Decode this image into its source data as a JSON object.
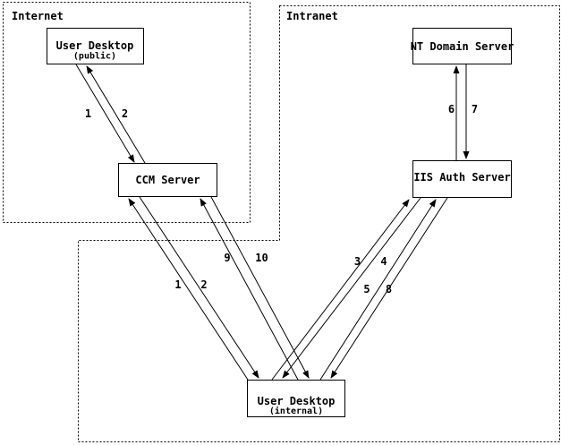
{
  "diagram": {
    "colors": {
      "ink": "#000000",
      "background": "#ffffff"
    },
    "zones": [
      {
        "id": "internet",
        "label": "Internet"
      },
      {
        "id": "intranet",
        "label": "Intranet"
      }
    ],
    "nodes": [
      {
        "id": "user-desktop-public",
        "title": "User Desktop",
        "subtitle": "(public)"
      },
      {
        "id": "nt-domain-server",
        "title": "NT Domain Server",
        "subtitle": ""
      },
      {
        "id": "ccm-server",
        "title": "CCM Server",
        "subtitle": ""
      },
      {
        "id": "iis-auth-server",
        "title": "IIS Auth Server",
        "subtitle": ""
      },
      {
        "id": "user-desktop-internal",
        "title": "User Desktop",
        "subtitle": "(internal)"
      }
    ],
    "flow_labels": [
      {
        "text": "1"
      },
      {
        "text": "2"
      },
      {
        "text": "6"
      },
      {
        "text": "7"
      },
      {
        "text": "9"
      },
      {
        "text": "10"
      },
      {
        "text": "1"
      },
      {
        "text": "2"
      },
      {
        "text": "3"
      },
      {
        "text": "4"
      },
      {
        "text": "5"
      },
      {
        "text": "8"
      }
    ],
    "edges": [
      {
        "label": "1",
        "from": "user-desktop-public",
        "to": "ccm-server"
      },
      {
        "label": "2",
        "from": "ccm-server",
        "to": "user-desktop-public"
      },
      {
        "label": "6",
        "from": "iis-auth-server",
        "to": "nt-domain-server"
      },
      {
        "label": "7",
        "from": "nt-domain-server",
        "to": "iis-auth-server"
      },
      {
        "label": "9",
        "from": "user-desktop-internal",
        "to": "ccm-server"
      },
      {
        "label": "10",
        "from": "ccm-server",
        "to": "user-desktop-internal"
      },
      {
        "label": "1",
        "from": "user-desktop-internal",
        "to": "ccm-server"
      },
      {
        "label": "2",
        "from": "ccm-server",
        "to": "user-desktop-internal"
      },
      {
        "label": "3",
        "from": "user-desktop-internal",
        "to": "iis-auth-server"
      },
      {
        "label": "4",
        "from": "iis-auth-server",
        "to": "user-desktop-internal"
      },
      {
        "label": "5",
        "from": "user-desktop-internal",
        "to": "iis-auth-server"
      },
      {
        "label": "8",
        "from": "iis-auth-server",
        "to": "user-desktop-internal"
      }
    ]
  }
}
